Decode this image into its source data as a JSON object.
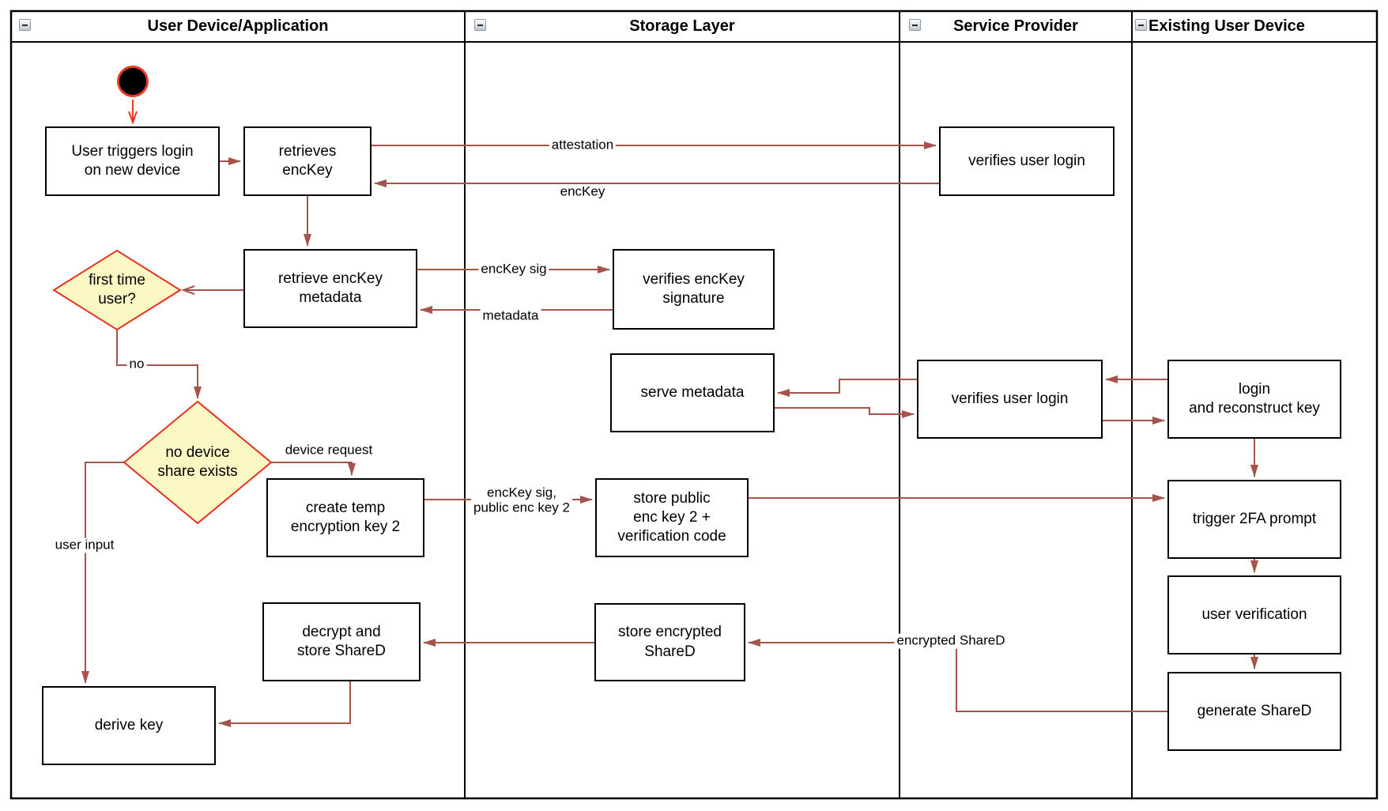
{
  "header": {
    "lanes": [
      {
        "title": "User Device/Application"
      },
      {
        "title": "Storage Layer"
      },
      {
        "title": "Service Provider"
      },
      {
        "title": "Existing User Device"
      }
    ]
  },
  "nodes": {
    "user_triggers_login": "User triggers login\non new device",
    "retrieves_enckey": "retrieves\nencKey",
    "verifies_user_login_1": "verifies user login",
    "retrieve_enckey_metadata": "retrieve encKey\nmetadata",
    "first_time_user": "first time\nuser?",
    "verifies_enckey_signature": "verifies encKey\nsignature",
    "serve_metadata": "serve metadata",
    "no_device_share": "no device\nshare exists",
    "verifies_user_login_2": "verifies user login",
    "login_reconstruct": "login\nand reconstruct key",
    "create_temp_key": "create temp\nencryption key 2",
    "store_public_key": "store public\nenc key 2 +\nverification code",
    "trigger_2fa": "trigger 2FA prompt",
    "user_verification": "user verification",
    "decrypt_store_shared": "decrypt and\nstore ShareD",
    "store_encrypted_shared": "store encrypted\nShareD",
    "generate_shared": "generate ShareD",
    "derive_key": "derive key"
  },
  "edge_labels": {
    "attestation": "attestation",
    "enckey": "encKey",
    "enckey_sig": "encKey sig",
    "metadata": "metadata",
    "no": "no",
    "device_request": "device request",
    "user_input": "user input",
    "enckey_sig_public": "encKey sig,\npublic enc key 2",
    "encrypted_shared": "encrypted ShareD"
  },
  "colors": {
    "flow_arrow": "#A5544B",
    "start_accent": "#EE3824",
    "decision_border": "#E8301F",
    "decision_fill": "#FBF8C4",
    "node_border": "#000000",
    "lane_border": "#000000",
    "background": "#FFFFFF"
  }
}
